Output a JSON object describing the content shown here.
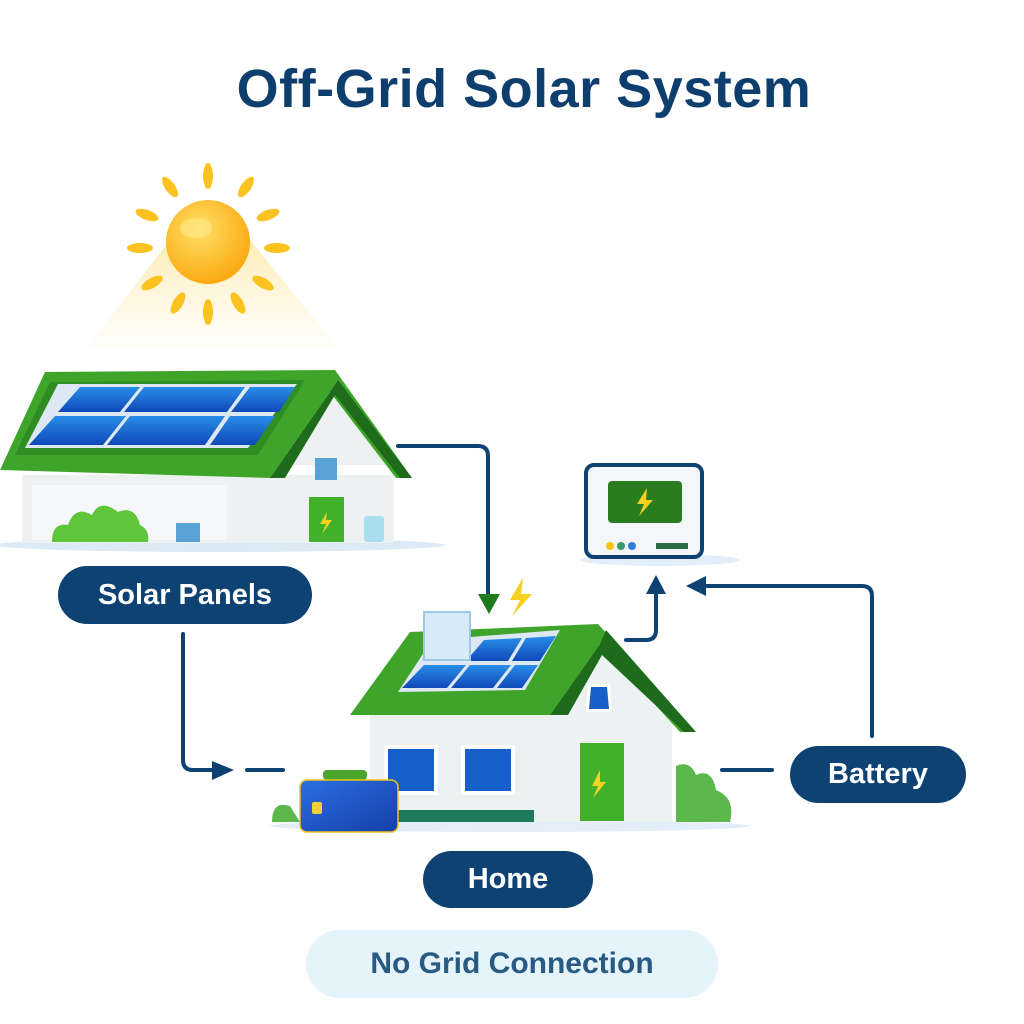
{
  "title": "Off-Grid Solar System",
  "labels": {
    "solar_panels": "Solar Panels",
    "battery": "Battery",
    "home": "Home"
  },
  "status_badge": "No Grid Connection",
  "icons": {
    "sun": "sun-icon",
    "solar_house": "house-with-solar-panels-icon",
    "inverter": "inverter-controller-icon",
    "home": "home-icon",
    "battery": "battery-pack-icon",
    "lightning": "lightning-bolt-icon",
    "arrow": "flow-arrow-icon"
  },
  "colors": {
    "navy": "#0d4273",
    "green": "#3fa52a",
    "panel_blue": "#1d63d4",
    "sun_yellow": "#fbb817",
    "badge_bg": "#e5f3fb"
  }
}
